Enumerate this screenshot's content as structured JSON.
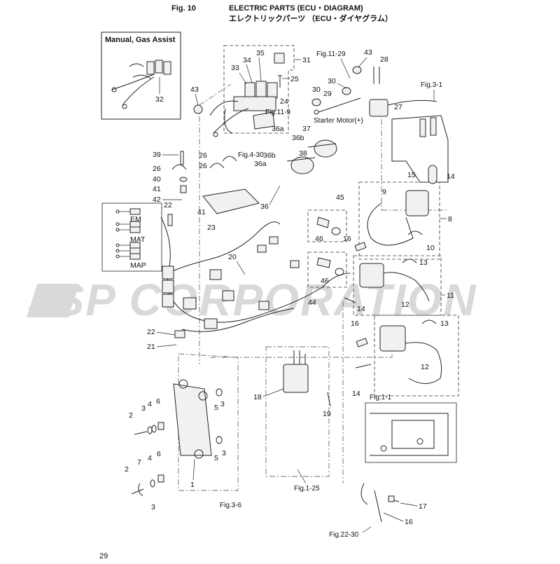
{
  "header": {
    "fig_label": "Fig. 10",
    "title_en": "ELECTRIC PARTS (ECU・DIAGRAM)",
    "title_jp": "エレクトリックパーツ （ECU・ダイヤグラム）"
  },
  "inset": {
    "title": "Manual, Gas Assist",
    "part": "32"
  },
  "page_number": "29",
  "watermark": "JSP CORPORATION",
  "connector_labels": {
    "em": "EM",
    "mat": "MAT",
    "map": "MAP"
  },
  "references": {
    "fig_11_29": "Fig.11-29",
    "fig_3_1": "Fig.3-1",
    "fig_11_9": "Fig.11-9",
    "starter_motor": "Starter Motor(+)",
    "fig_4_30": "Fig.4-30",
    "fig_1_1": "Fig.1-1",
    "fig_1_25": "Fig.1-25",
    "fig_3_6": "Fig.3-6",
    "fig_22_30": "Fig.22-30"
  },
  "part_numbers": {
    "p31": "31",
    "p33": "33",
    "p34": "34",
    "p35": "35",
    "p25": "25",
    "p24": "24",
    "p43a": "43",
    "p43b": "43",
    "p30a": "30",
    "p30b": "30",
    "p29": "29",
    "p28": "28",
    "p27": "27",
    "p36a_1": "36a",
    "p36b_1": "36b",
    "p37": "37",
    "p38": "38",
    "p36b_2": "36b",
    "p36a_2": "36a",
    "p36": "36",
    "p39": "39",
    "p26a": "26",
    "p26b": "26",
    "p26c": "26",
    "p40": "40",
    "p41a": "41",
    "p41b": "41",
    "p42": "42",
    "p22a": "22",
    "p22b": "22",
    "p23": "23",
    "p20": "20",
    "p21": "21",
    "p15": "15",
    "p14a": "14",
    "p14b": "14",
    "p14c": "14",
    "p9": "9",
    "p8": "8",
    "p10": "10",
    "p45": "45",
    "p46a": "46",
    "p46b": "46",
    "p16a": "16",
    "p16b": "16",
    "p16c": "16",
    "p13a": "13",
    "p13b": "13",
    "p12a": "12",
    "p12b": "12",
    "p11": "11",
    "p44": "44",
    "p18": "18",
    "p19": "19",
    "p17": "17",
    "p2a": "2",
    "p3a": "3",
    "p4a": "4",
    "p6a": "6",
    "p5a": "5",
    "p3b": "3",
    "p5b": "5",
    "p3c": "3",
    "p2b": "2",
    "p7": "7",
    "p4b": "4",
    "p6b": "6",
    "p3d": "3",
    "p1": "1"
  }
}
